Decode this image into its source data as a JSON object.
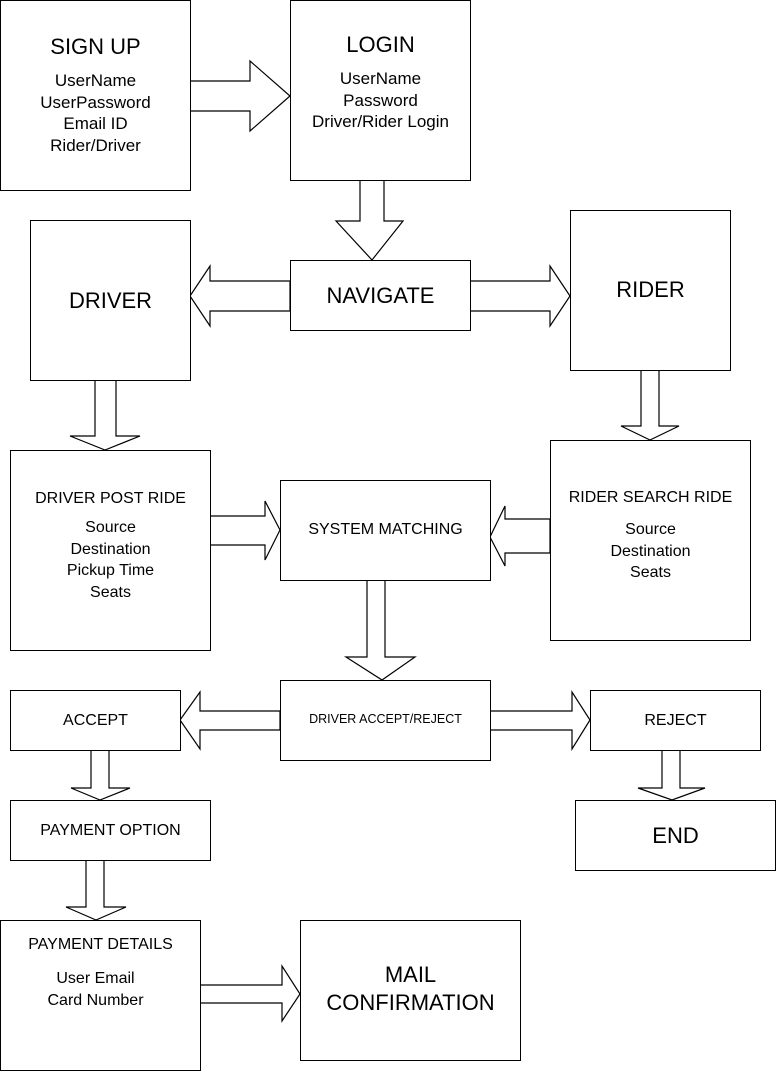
{
  "diagram": {
    "signup": {
      "title": "SIGN UP",
      "lines": [
        "UserName",
        "UserPassword",
        "Email ID",
        "Rider/Driver"
      ]
    },
    "login": {
      "title": "LOGIN",
      "lines": [
        "UserName",
        "Password",
        "Driver/Rider Login"
      ]
    },
    "navigate": {
      "title": "NAVIGATE"
    },
    "driver": {
      "title": "DRIVER"
    },
    "rider": {
      "title": "RIDER"
    },
    "driver_post_ride": {
      "title": "DRIVER POST RIDE",
      "lines": [
        "Source",
        "Destination",
        "Pickup Time",
        "Seats"
      ]
    },
    "system_matching": {
      "title": "SYSTEM MATCHING"
    },
    "rider_search_ride": {
      "title": "RIDER SEARCH RIDE",
      "lines": [
        "Source",
        "Destination",
        "Seats"
      ]
    },
    "accept": {
      "title": "ACCEPT"
    },
    "driver_accept_reject": {
      "title": "DRIVER ACCEPT/REJECT"
    },
    "reject": {
      "title": "REJECT"
    },
    "payment_option": {
      "title": "PAYMENT OPTION"
    },
    "end": {
      "title": "END"
    },
    "payment_details": {
      "title": "PAYMENT DETAILS",
      "lines": [
        "User Email",
        "Card Number"
      ]
    },
    "mail_confirmation": {
      "title_line1": "MAIL",
      "title_line2": "CONFIRMATION"
    }
  },
  "colors": {
    "stroke": "#000000",
    "fill": "#ffffff"
  }
}
